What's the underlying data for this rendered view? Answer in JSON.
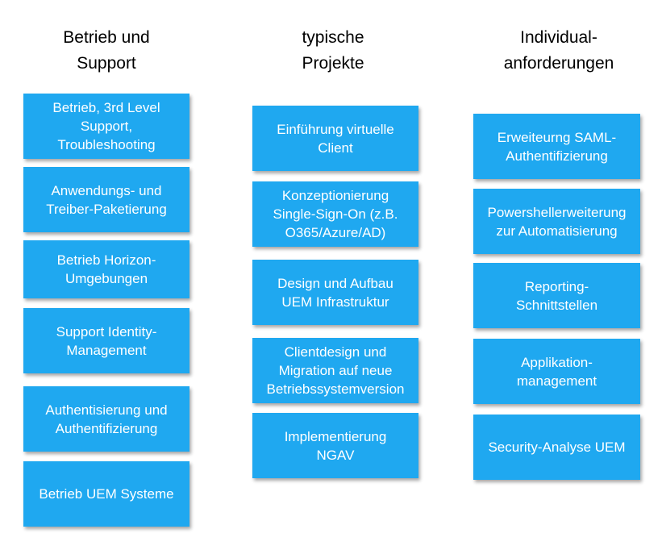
{
  "colors": {
    "box_fill": "#1fa8f0",
    "box_text": "#ffffff",
    "heading_text": "#000000"
  },
  "columns": [
    {
      "heading": "Betrieb und\nSupport",
      "items": [
        "Betrieb, 3rd Level\nSupport,\nTroubleshooting",
        "Anwendungs- und\nTreiber-Paketierung",
        "Betrieb Horizon-\nUmgebungen",
        "Support Identity-\nManagement",
        "Authentisierung und\nAuthentifizierung",
        "Betrieb UEM Systeme"
      ]
    },
    {
      "heading": "typische\nProjekte",
      "items": [
        "Einführung virtuelle\nClient",
        "Konzeptionierung\nSingle-Sign-On (z.B.\nO365/Azure/AD)",
        "Design und Aufbau\nUEM Infrastruktur",
        "Clientdesign und\nMigration auf neue\nBetriebssystemversion",
        "Implementierung\nNGAV"
      ]
    },
    {
      "heading": "Individual-\nanforderungen",
      "items": [
        "Erweiteurng SAML-\nAuthentifizierung",
        "Powershellerweiterung\nzur Automatisierung",
        "Reporting-\nSchnittstellen",
        "Applikation-\nmanagement",
        "Security-Analyse UEM"
      ]
    }
  ]
}
